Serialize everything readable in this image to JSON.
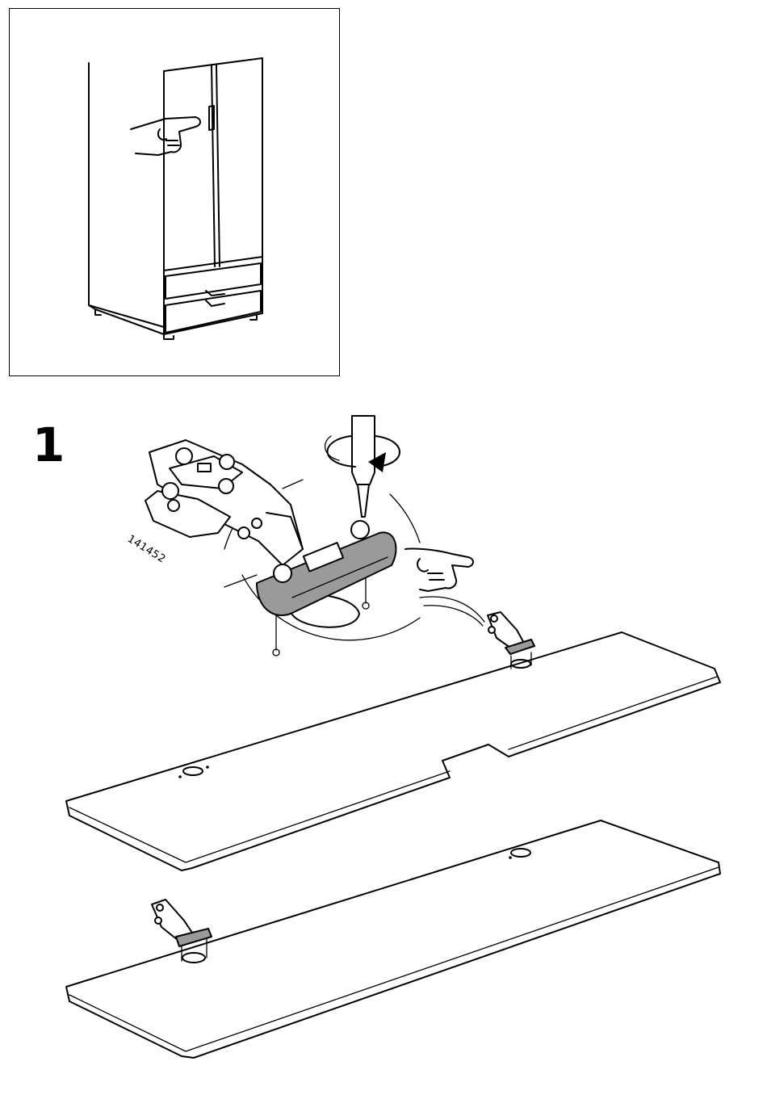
{
  "step": {
    "number": "1"
  },
  "part": {
    "code": "141452"
  },
  "icons": {
    "overview": "wardrobe-with-hand-pointing-at-left-door",
    "hinge": "hinge-icon",
    "screwdriver": "screwdriver-rotate-icon",
    "hand": "pointing-hand-icon"
  }
}
